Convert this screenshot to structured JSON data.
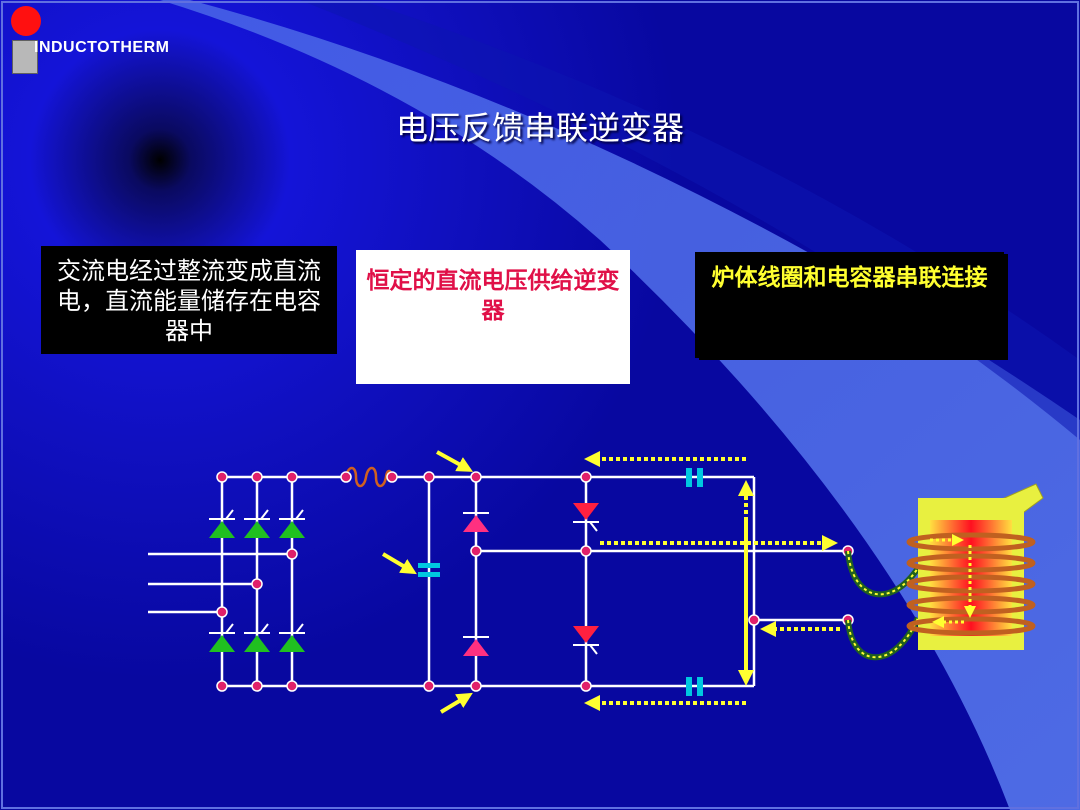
{
  "logo": {
    "text": "INDUCTOTHERM"
  },
  "slide": {
    "title": "电压反馈串联逆变器"
  },
  "callouts": {
    "rectifier": "交流电经过整流变成直流电，直流能量储存在电容器中",
    "dc_link": "恒定的直流电压供给逆变器",
    "furnace": "炉体线圈和电容器串联连接"
  },
  "colors": {
    "background": "#1010c8",
    "wire": "#ffffff",
    "node": "#e0206a",
    "rectifier_diode": "#20c020",
    "inverter_diode": "#ff3080",
    "capacitor": "#00c8e0",
    "current_arrow": "#ffff30",
    "coil": "#c06020"
  },
  "icons": [
    "inductor-icon",
    "capacitor-icon",
    "diode-icon",
    "thyristor-icon",
    "furnace-coil-icon"
  ]
}
